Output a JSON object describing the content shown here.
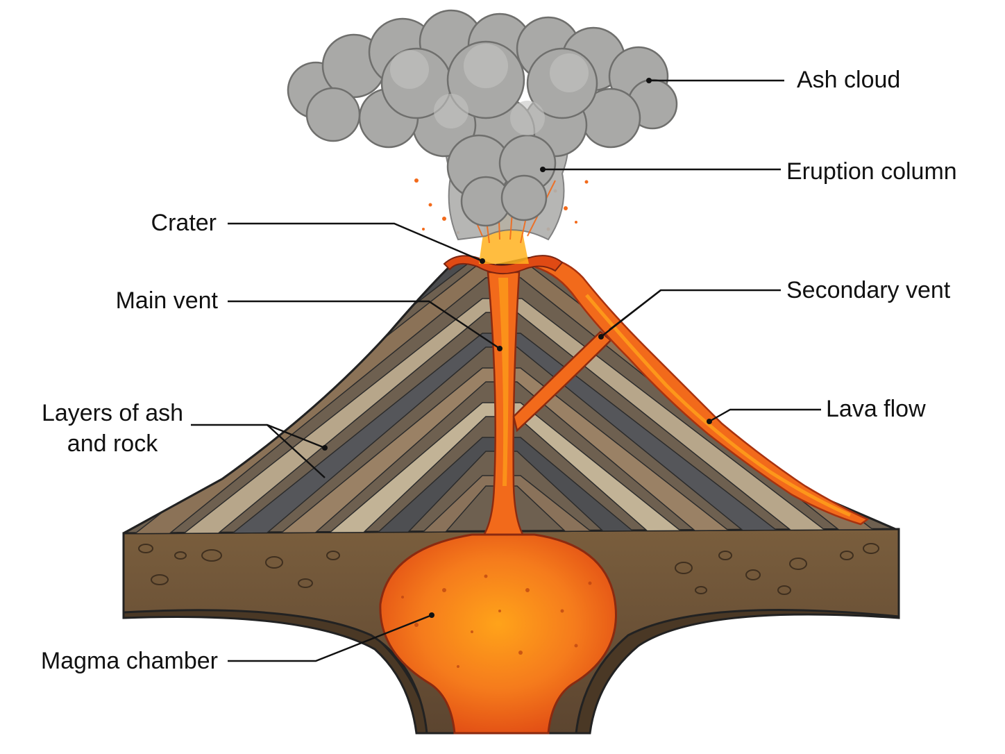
{
  "colors": {
    "lava": "#f26a1b",
    "lava_bright": "#ffa31a",
    "lava_dark": "#c8361a",
    "ash": "#a9a9a7",
    "ash_shadow": "#7f7f7d",
    "rock_dark": "#4b4c4e",
    "rock_brown": "#8b7257",
    "rock_tan": "#b7a68a",
    "ground": "#6e5436",
    "ground_dark": "#4a3825",
    "line": "#111111"
  },
  "labels": {
    "ash_cloud": "Ash cloud",
    "eruption_column": "Eruption column",
    "crater": "Crater",
    "main_vent": "Main vent",
    "secondary_vent": "Secondary vent",
    "lava_flow": "Lava flow",
    "layers_line1": "Layers of ash",
    "layers_line2": "and rock",
    "magma_chamber": "Magma chamber"
  }
}
